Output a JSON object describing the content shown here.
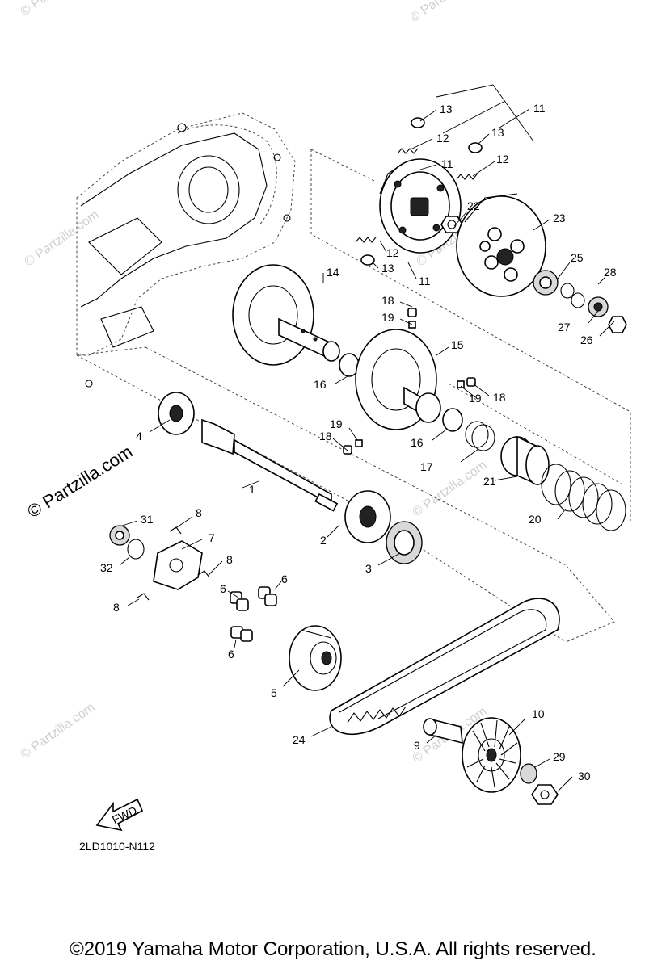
{
  "diagram_code": "2LD1010-N112",
  "copyright": "©2019  Yamaha Motor Corporation, U.S.A. All rights reserved.",
  "watermark_main": "© Partzilla.com",
  "watermark_faint": "© Partzilla.com",
  "fwd_label": "FWD",
  "callouts": [
    {
      "id": "c1",
      "label": "1"
    },
    {
      "id": "c2",
      "label": "2"
    },
    {
      "id": "c3",
      "label": "3"
    },
    {
      "id": "c4",
      "label": "4"
    },
    {
      "id": "c5",
      "label": "5"
    },
    {
      "id": "c6a",
      "label": "6"
    },
    {
      "id": "c6b",
      "label": "6"
    },
    {
      "id": "c6c",
      "label": "6"
    },
    {
      "id": "c7",
      "label": "7"
    },
    {
      "id": "c8a",
      "label": "8"
    },
    {
      "id": "c8b",
      "label": "8"
    },
    {
      "id": "c8c",
      "label": "8"
    },
    {
      "id": "c9",
      "label": "9"
    },
    {
      "id": "c10",
      "label": "10"
    },
    {
      "id": "c11a",
      "label": "11"
    },
    {
      "id": "c11b",
      "label": "11"
    },
    {
      "id": "c11c",
      "label": "11"
    },
    {
      "id": "c12a",
      "label": "12"
    },
    {
      "id": "c12b",
      "label": "12"
    },
    {
      "id": "c12c",
      "label": "12"
    },
    {
      "id": "c13a",
      "label": "13"
    },
    {
      "id": "c13b",
      "label": "13"
    },
    {
      "id": "c13c",
      "label": "13"
    },
    {
      "id": "c14",
      "label": "14"
    },
    {
      "id": "c15",
      "label": "15"
    },
    {
      "id": "c16a",
      "label": "16"
    },
    {
      "id": "c16b",
      "label": "16"
    },
    {
      "id": "c17",
      "label": "17"
    },
    {
      "id": "c18a",
      "label": "18"
    },
    {
      "id": "c18b",
      "label": "18"
    },
    {
      "id": "c18c",
      "label": "18"
    },
    {
      "id": "c19a",
      "label": "19"
    },
    {
      "id": "c19b",
      "label": "19"
    },
    {
      "id": "c19c",
      "label": "19"
    },
    {
      "id": "c20",
      "label": "20"
    },
    {
      "id": "c21",
      "label": "21"
    },
    {
      "id": "c22",
      "label": "22"
    },
    {
      "id": "c23",
      "label": "23"
    },
    {
      "id": "c24",
      "label": "24"
    },
    {
      "id": "c25",
      "label": "25"
    },
    {
      "id": "c26",
      "label": "26"
    },
    {
      "id": "c27",
      "label": "27"
    },
    {
      "id": "c28",
      "label": "28"
    },
    {
      "id": "c29",
      "label": "29"
    },
    {
      "id": "c30",
      "label": "30"
    },
    {
      "id": "c31",
      "label": "31"
    },
    {
      "id": "c32",
      "label": "32"
    }
  ]
}
